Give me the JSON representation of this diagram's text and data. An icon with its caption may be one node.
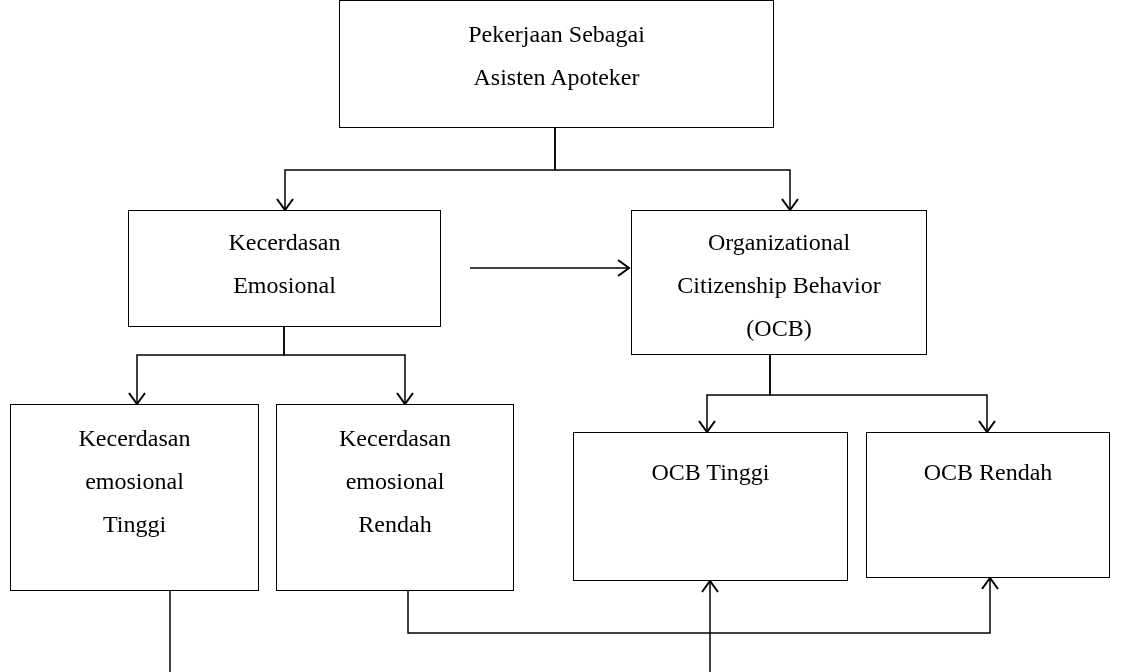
{
  "diagram": {
    "nodes": [
      {
        "text": [
          "Pekerjaan Sebagai Asisten Apoteker"
        ]
      },
      {
        "text": [
          "Kecerdasan Emosional"
        ]
      },
      {
        "text": [
          "Organizational Citizenship Behavior (OCB)"
        ]
      },
      {
        "text": [
          "Kecerdasan emosional Tinggi"
        ]
      },
      {
        "text": [
          "Kecerdasan emosional Rendah"
        ]
      },
      {
        "text": [
          "OCB Tinggi"
        ]
      },
      {
        "text": [
          "OCB Rendah"
        ]
      }
    ],
    "edges": [
      {
        "from": 0,
        "to": 1,
        "arrow": "to"
      },
      {
        "from": 0,
        "to": 2,
        "arrow": "to"
      },
      {
        "from": 1,
        "to": 2,
        "arrow": "to"
      },
      {
        "from": 1,
        "to": 3,
        "arrow": "to"
      },
      {
        "from": 1,
        "to": 4,
        "arrow": "to"
      },
      {
        "from": 2,
        "to": 5,
        "arrow": "to"
      },
      {
        "from": 2,
        "to": 6,
        "arrow": "to"
      },
      {
        "from": 3,
        "to": null,
        "arrow": "none"
      },
      {
        "from": null,
        "to": 5,
        "arrow": "to"
      },
      {
        "from": 4,
        "to": 6,
        "arrow": "to"
      }
    ]
  }
}
